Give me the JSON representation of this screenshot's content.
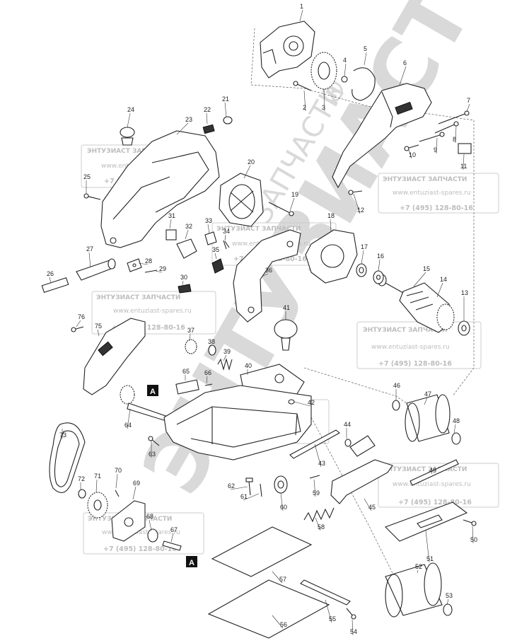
{
  "watermark": {
    "brand_big": "ЭНТУЗИАСТ",
    "brand_small": "ЗАПЧАСТИ",
    "registered": "®",
    "box_title": "ЭНТУЗИАСТ ЗАПЧАСТИ",
    "box_url": "www.entuziast-spares.ru",
    "box_phone": "+7 (495) 128-80-16"
  },
  "reference_label": "A",
  "part_numbers": [
    "1",
    "2",
    "3",
    "4",
    "5",
    "6",
    "7",
    "8",
    "9",
    "10",
    "11",
    "12",
    "13",
    "14",
    "15",
    "16",
    "17",
    "18",
    "19",
    "20",
    "21",
    "22",
    "23",
    "24",
    "25",
    "26",
    "27",
    "28",
    "29",
    "30",
    "31",
    "32",
    "33",
    "34",
    "35",
    "36",
    "37",
    "38",
    "39",
    "40",
    "41",
    "42",
    "43",
    "44",
    "45",
    "46",
    "47",
    "48",
    "49",
    "50",
    "51",
    "52",
    "53",
    "54",
    "55",
    "56",
    "57",
    "58",
    "59",
    "60",
    "61",
    "62",
    "63",
    "64",
    "65",
    "66",
    "67",
    "68",
    "69",
    "70",
    "71",
    "72",
    "73",
    "75",
    "76"
  ]
}
